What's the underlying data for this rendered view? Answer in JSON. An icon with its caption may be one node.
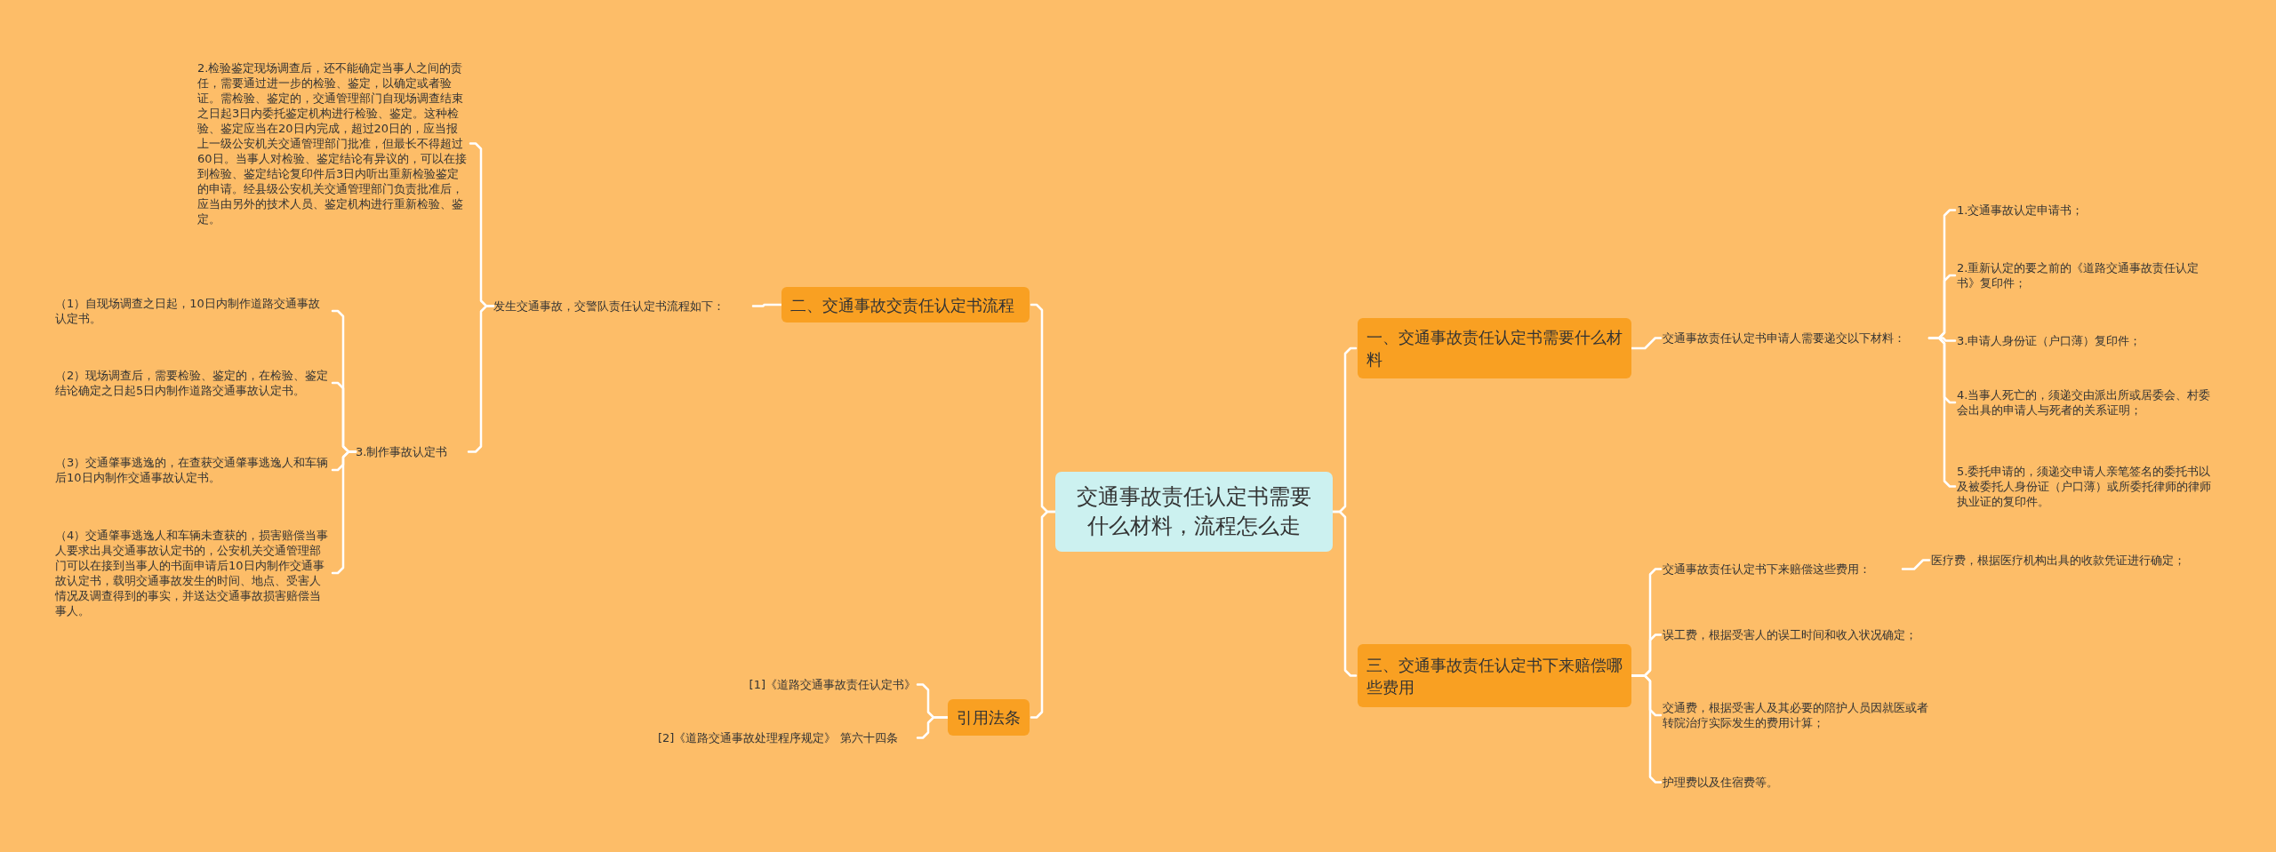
{
  "diagram": {
    "nodes": [
      {
        "text": [
          "交通事故责任认定书需要什么材料，流程怎么走"
        ]
      },
      {
        "text": [
          "一、交通事故责任认定书需要什么材料"
        ]
      },
      {
        "text": [
          "交通事故责任认定书申请人需要递交以下材料："
        ]
      },
      {
        "text": [
          "1.交通事故认定申请书；"
        ]
      },
      {
        "text": [
          "2.重新认定的要之前的《道路交通事故责任认定书》复印件；"
        ]
      },
      {
        "text": [
          "3.申请人身份证（户口薄）复印件；"
        ]
      },
      {
        "text": [
          "4.当事人死亡的，须递交由派出所或居委会、村委会出具的申请人与死者的关系证明；"
        ]
      },
      {
        "text": [
          "5.委托申请的，须递交申请人亲笔签名的委托书以及被委托人身份证（户口薄）或所委托律师的律师执业证的复印件。"
        ]
      },
      {
        "text": [
          "二、交通事故交责任认定书流程"
        ]
      },
      {
        "text": [
          "发生交通事故，交警队责任认定书流程如下："
        ]
      },
      {
        "text": [
          "2.检验鉴定现场调查后，还不能确定当事人之间的责任，需要通过进一步的检验、鉴定，以确定或者验证。需检验、鉴定的，交通管理部门自现场调查结束之日起3日内委托鉴定机构进行检验、鉴定。这种检验、鉴定应当在20日内完成，超过20日的，应当报上一级公安机关交通管理部门批准，但最长不得超过60日。当事人对检验、鉴定结论有异议的，可以在接到检验、鉴定结论复印件后3日内听出重新检验鉴定的申请。经县级公安机关交通管理部门负责批准后，应当由另外的技术人员、鉴定机构进行重新检验、鉴定。"
        ]
      },
      {
        "text": [
          "3.制作事故认定书"
        ]
      },
      {
        "text": [
          "（1）自现场调查之日起，10日内制作道路交通事故认定书。"
        ]
      },
      {
        "text": [
          "（2）现场调查后，需要检验、鉴定的，在检验、鉴定结论确定之日起5日内制作道路交通事故认定书。"
        ]
      },
      {
        "text": [
          "（3）交通肇事逃逸的，在查获交通肇事逃逸人和车辆后10日内制作交通事故认定书。"
        ]
      },
      {
        "text": [
          "（4）交通肇事逃逸人和车辆未查获的，损害赔偿当事人要求出具交通事故认定书的，公安机关交通管理部门可以在接到当事人的书面申请后10日内制作交通事故认定书，载明交通事故发生的时间、地点、受害人情况及调查得到的事实，并送达交通事故损害赔偿当事人。"
        ]
      },
      {
        "text": [
          "三、交通事故责任认定书下来赔偿哪些费用"
        ]
      },
      {
        "text": [
          "交通事故责任认定书下来赔偿这些费用："
        ]
      },
      {
        "text": [
          "医疗费，根据医疗机构出具的收款凭证进行确定；"
        ]
      },
      {
        "text": [
          "误工费，根据受害人的误工时间和收入状况确定；"
        ]
      },
      {
        "text": [
          "交通费，根据受害人及其必要的陪护人员因就医或者转院治疗实际发生的费用计算；"
        ]
      },
      {
        "text": [
          "护理费以及住宿费等。"
        ]
      },
      {
        "text": [
          "引用法条"
        ]
      },
      {
        "text": [
          "[1]《道路交通事故责任认定书》"
        ]
      },
      {
        "text": [
          "[2]《道路交通事故处理程序规定》 第六十四条"
        ]
      }
    ],
    "edges": [
      {
        "from": 0,
        "to": 1,
        "arrow": "none"
      },
      {
        "from": 1,
        "to": 2,
        "arrow": "none"
      },
      {
        "from": 2,
        "to": 3,
        "arrow": "none"
      },
      {
        "from": 2,
        "to": 4,
        "arrow": "none"
      },
      {
        "from": 2,
        "to": 5,
        "arrow": "none"
      },
      {
        "from": 2,
        "to": 6,
        "arrow": "none"
      },
      {
        "from": 2,
        "to": 7,
        "arrow": "none"
      },
      {
        "from": 0,
        "to": 8,
        "arrow": "none"
      },
      {
        "from": 8,
        "to": 9,
        "arrow": "none"
      },
      {
        "from": 9,
        "to": 10,
        "arrow": "none"
      },
      {
        "from": 9,
        "to": 11,
        "arrow": "none"
      },
      {
        "from": 11,
        "to": 12,
        "arrow": "none"
      },
      {
        "from": 11,
        "to": 13,
        "arrow": "none"
      },
      {
        "from": 11,
        "to": 14,
        "arrow": "none"
      },
      {
        "from": 11,
        "to": 15,
        "arrow": "none"
      },
      {
        "from": 0,
        "to": 16,
        "arrow": "none"
      },
      {
        "from": 16,
        "to": 17,
        "arrow": "none"
      },
      {
        "from": 17,
        "to": 18,
        "arrow": "none"
      },
      {
        "from": 16,
        "to": 19,
        "arrow": "none"
      },
      {
        "from": 16,
        "to": 20,
        "arrow": "none"
      },
      {
        "from": 16,
        "to": 21,
        "arrow": "none"
      },
      {
        "from": 0,
        "to": 22,
        "arrow": "none"
      },
      {
        "from": 22,
        "to": 23,
        "arrow": "none"
      },
      {
        "from": 22,
        "to": 24,
        "arrow": "none"
      }
    ]
  }
}
